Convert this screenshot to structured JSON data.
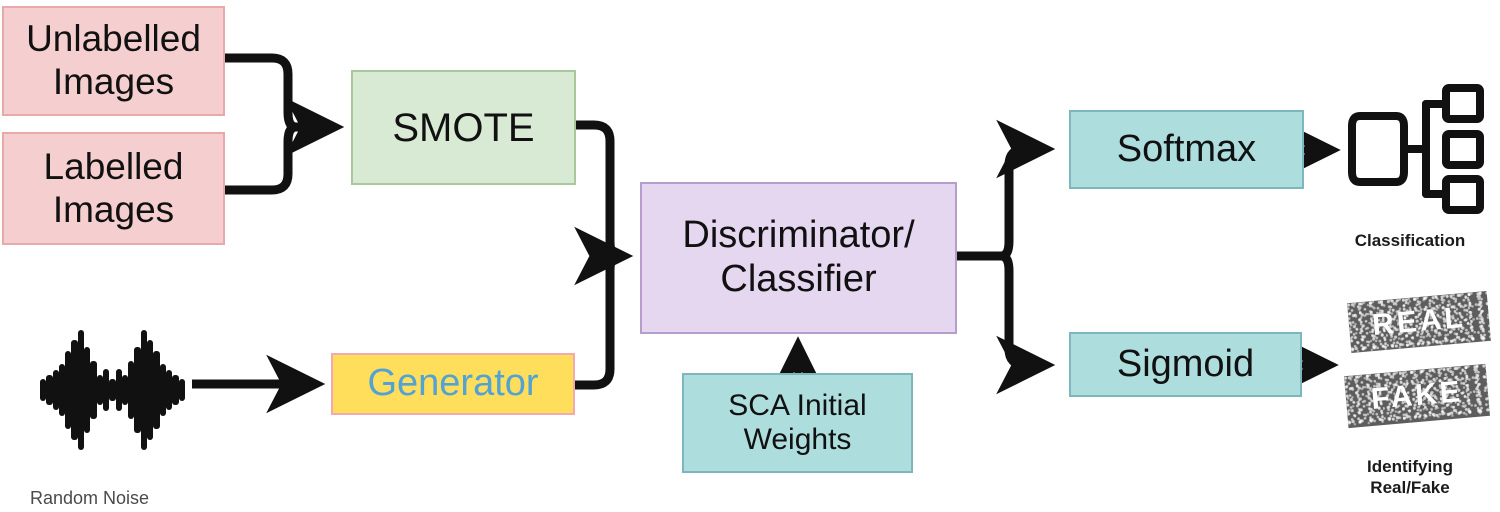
{
  "diagram": {
    "title": "SMOTE-GAN semi-supervised classification pipeline",
    "nodes": {
      "unlabelled": {
        "label": "Unlabelled\nImages",
        "line1": "Unlabelled",
        "line2": "Images",
        "fill": "#f5cfcf",
        "stroke": "#e8a9a9"
      },
      "labelled": {
        "label": "Labelled\nImages",
        "line1": "Labelled",
        "line2": "Images",
        "fill": "#f5cfcf",
        "stroke": "#e8a9a9"
      },
      "smote": {
        "label": "SMOTE",
        "fill": "#d8ead3",
        "stroke": "#a9c89b"
      },
      "generator": {
        "label": "Generator",
        "fill": "#fede5b",
        "stroke": "#f4a9b0",
        "text_color": "#52a2d4"
      },
      "discriminator": {
        "label": "Discriminator/\nClassifier",
        "line1": "Discriminator/",
        "line2": "Classifier",
        "fill": "#e5d7ef",
        "stroke": "#b79dcb"
      },
      "sca": {
        "label": "SCA Initial\nWeights",
        "line1": "SCA Initial",
        "line2": "Weights",
        "fill": "#aeddde",
        "stroke": "#7fb6be"
      },
      "softmax": {
        "label": "Softmax",
        "fill": "#aeddde",
        "stroke": "#7fb6be"
      },
      "sigmoid": {
        "label": "Sigmoid",
        "fill": "#aeddde",
        "stroke": "#7fb6be"
      }
    },
    "icons": {
      "noise": {
        "name": "random-noise-waveform-icon",
        "caption": "Random Noise",
        "bars": [
          22,
          42,
          30,
          58,
          86,
          120,
          100,
          78,
          52,
          40,
          30,
          22
        ]
      },
      "classification": {
        "name": "classification-tree-icon",
        "caption": "Classification"
      },
      "stamps": {
        "real": "REAL",
        "fake": "FAKE",
        "caption_line1": "Identifying",
        "caption_line2": "Real/Fake"
      }
    },
    "edges": [
      {
        "from": "unlabelled",
        "to": "smote"
      },
      {
        "from": "labelled",
        "to": "smote"
      },
      {
        "from": "noise",
        "to": "generator"
      },
      {
        "from": "smote",
        "to": "discriminator"
      },
      {
        "from": "generator",
        "to": "discriminator"
      },
      {
        "from": "sca",
        "to": "discriminator"
      },
      {
        "from": "discriminator",
        "to": "softmax"
      },
      {
        "from": "discriminator",
        "to": "sigmoid"
      },
      {
        "from": "softmax",
        "to": "classification"
      },
      {
        "from": "sigmoid",
        "to": "stamps"
      }
    ],
    "edge_color": "#111111"
  }
}
